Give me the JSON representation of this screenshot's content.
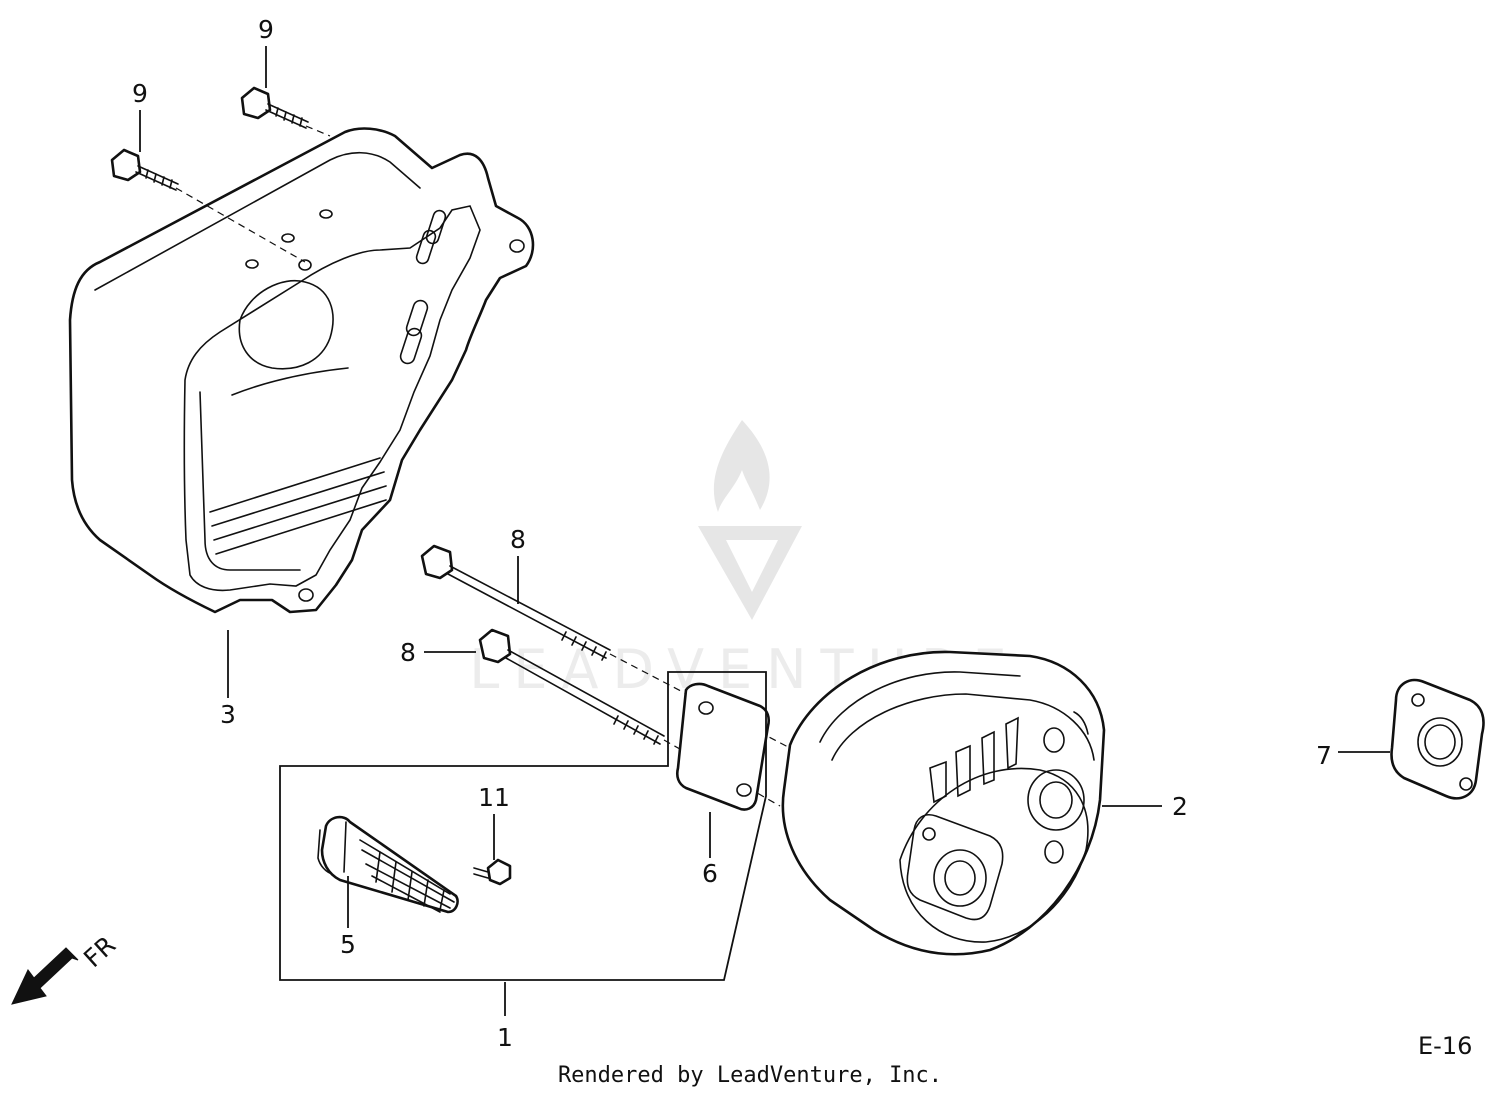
{
  "diagram": {
    "callouts": {
      "c1": "1",
      "c2": "2",
      "c3": "3",
      "c5": "5",
      "c6": "6",
      "c7": "7",
      "c8a": "8",
      "c8b": "8",
      "c9a": "9",
      "c9b": "9",
      "c11": "11"
    },
    "direction_label": "FR",
    "page_code": "E-16",
    "watermark_text": "LEADVENTURE",
    "footer": "Rendered by LeadVenture, Inc."
  },
  "colors": {
    "line": "#111111",
    "background": "#ffffff",
    "watermark": "#e6e6e6"
  }
}
